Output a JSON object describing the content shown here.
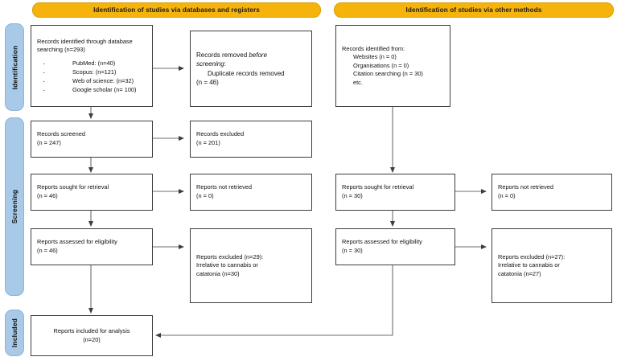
{
  "banners": [
    {
      "id": "databases-registers",
      "label": "Identification of studies via databases and registers"
    },
    {
      "id": "other-methods",
      "label": "Identification of studies via other methods"
    }
  ],
  "stages": [
    {
      "id": "identification",
      "label": "Identification"
    },
    {
      "id": "screening",
      "label": "Screening"
    },
    {
      "id": "included",
      "label": "Included"
    }
  ],
  "nodes": {
    "records_identified_db": {
      "line1": "Records identified through database",
      "line2": "searching (n=293)",
      "bullets": [
        "PubMed: (n=40)",
        "Scopus: (n=121)",
        "Web of science: (n=32)",
        "Google scholar (n= 100)"
      ]
    },
    "records_removed": {
      "line1": "Records removed ",
      "italic1": "before",
      "italic2": "screening",
      "colon": ":",
      "line3": "Duplicate records removed",
      "line4": "(n = 46)"
    },
    "records_identified_other": {
      "line1": "Records identified from:",
      "items": [
        "Websites (n = 0)",
        "Organisations (n = 0)",
        "Citation searching (n = 30)",
        "etc."
      ]
    },
    "records_screened": {
      "line1": "Records screened",
      "line2": "(n = 247)"
    },
    "records_excluded": {
      "line1": "Records excluded",
      "line2": "(n = 201)"
    },
    "reports_sought_left": {
      "line1": "Reports sought for retrieval",
      "line2": "(n = 46)"
    },
    "reports_not_retrieved_left": {
      "line1": "Reports not retrieved",
      "line2": "(n = 0)"
    },
    "reports_assessed_left": {
      "line1": "Reports assessed for eligibility",
      "line2": "(n = 46)"
    },
    "reports_excluded_left": {
      "line1": "Reports excluded (n=29):",
      "line2": "Irrelative to cannabis or",
      "line3": "catatonia (n=30)"
    },
    "reports_sought_right": {
      "line1": "Reports sought for retrieval",
      "line2": "(n = 30)"
    },
    "reports_not_retrieved_right": {
      "line1": "Reports not retrieved",
      "line2": "(n = 0)"
    },
    "reports_assessed_right": {
      "line1": "Reports assessed for eligibility",
      "line2": "(n = 30)"
    },
    "reports_excluded_right": {
      "line1": "Reports excluded (n=27):",
      "line2": "Irrelative to cannabis or",
      "line3": "catatonia (n=27)"
    },
    "reports_included": {
      "line1": "Reports included for analysis",
      "line2": "(n=20)"
    }
  },
  "colors": {
    "banner_fill": "#F5B30C",
    "stage_fill": "#A8C9E8",
    "box_border": "#3d3d3d",
    "connector": "#6e6e6e",
    "text": "#111111"
  }
}
